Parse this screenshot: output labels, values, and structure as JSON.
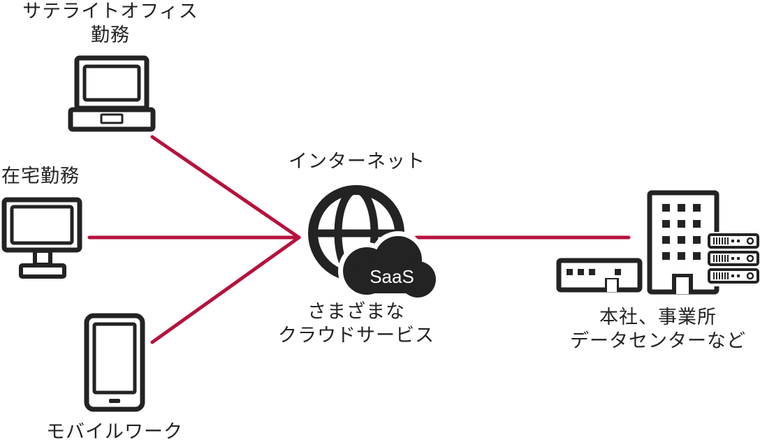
{
  "colors": {
    "connector": "#b5123d",
    "icon": "#232323",
    "background": "#ffffff"
  },
  "nodes": {
    "satellite_office": {
      "label_line1": "サテライトオフィス",
      "label_line2": "勤務",
      "icon": "laptop-icon"
    },
    "home_office": {
      "label": "在宅勤務",
      "icon": "desktop-monitor-icon"
    },
    "mobile_work": {
      "label": "モバイルワーク",
      "icon": "smartphone-icon"
    },
    "internet": {
      "label": "インターネット",
      "icon": "globe-icon",
      "cloud_label": "SaaS",
      "caption_line1": "さまざまな",
      "caption_line2": "クラウドサービス"
    },
    "headquarters": {
      "label_line1": "本社、事業所",
      "label_line2": "データセンターなど",
      "icon": "buildings-servers-icon"
    }
  }
}
